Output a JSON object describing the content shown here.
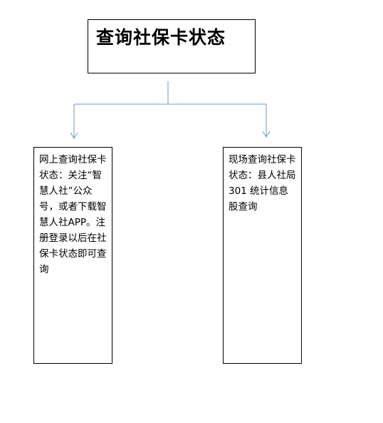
{
  "title": "查询社保卡状态",
  "branches": [
    {
      "text": "网上查询社保卡状态：关注“智慧人社”公众号，或者下载智慧人社APP。注册登录以后在社保卡状态即可查询"
    },
    {
      "text": "现场查询社保卡状态：县人社局 301 统计信息股查询"
    }
  ],
  "colors": {
    "connector": "#6F9ABF",
    "border": "#000000",
    "background": "#FFFFFF"
  }
}
